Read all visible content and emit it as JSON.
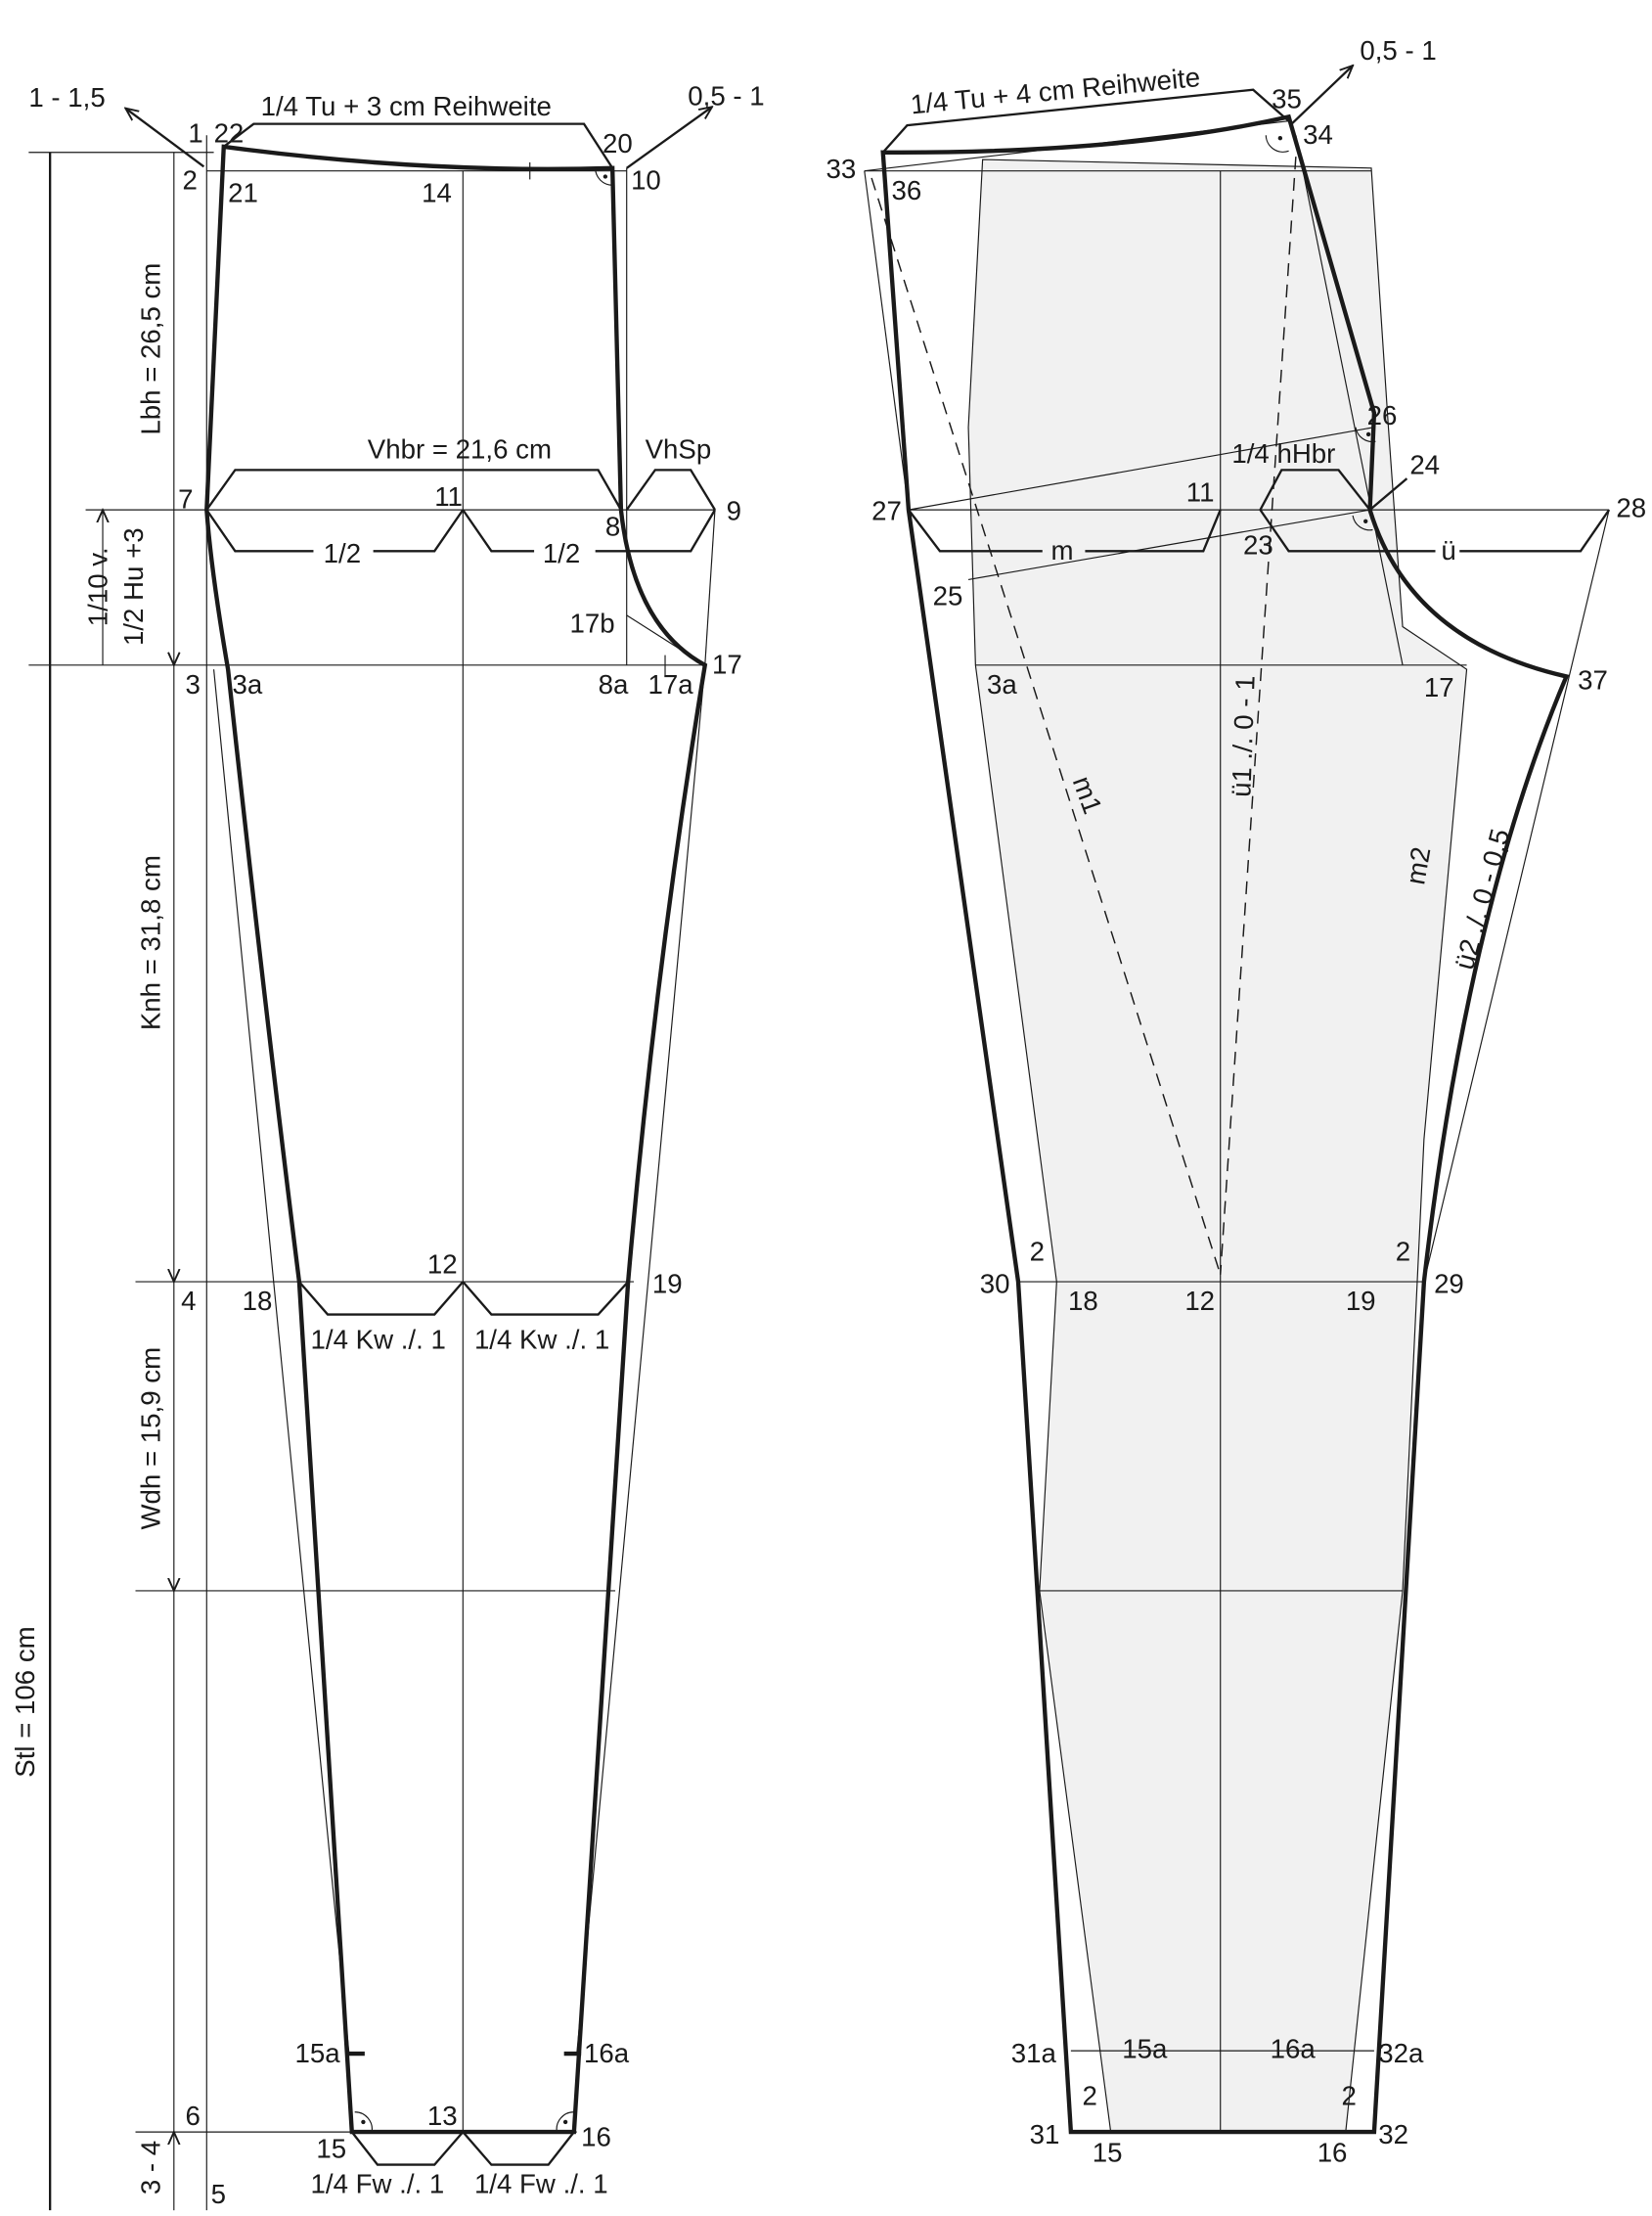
{
  "colors": {
    "ink": "#1a1a1a",
    "shade": "#f1f1f1",
    "background": "#ffffff"
  },
  "left": {
    "labels": [
      "1 - 1,5",
      "1",
      "22",
      "1/4 Tu + 3 cm Reihweite",
      "20",
      "0,5 - 1",
      "2",
      "21",
      "14",
      "10",
      "Lbh = 26,5 cm",
      "Vhbr = 21,6 cm",
      "VhSp",
      "7",
      "11",
      "8",
      "9",
      "1/2",
      "1/2",
      "1/10 v.",
      "1/2 Hu +3",
      "17b",
      "17",
      "3",
      "3a",
      "8a",
      "17a",
      "Knh = 31,8 cm",
      "12",
      "4",
      "18",
      "19",
      "1/4 Kw ./. 1",
      "1/4 Kw ./. 1",
      "Wdh = 15,9 cm",
      "Stl = 106 cm",
      "15a",
      "16a",
      "6",
      "13",
      "15",
      "16",
      "1/4 Fw ./. 1",
      "1/4 Fw ./. 1",
      "3 - 4",
      "5"
    ]
  },
  "right": {
    "labels": [
      "0,5 - 1",
      "1/4 Tu + 4 cm Reihweite",
      "35",
      "34",
      "33",
      "36",
      "26",
      "1/4 hHbr",
      "24",
      "11",
      "27",
      "28",
      "m",
      "23",
      "ü",
      "25",
      "3a",
      "17",
      "37",
      "m1",
      "ü1 ./. 0 - 1",
      "m2",
      "ü2 ./. 0 - 0,5",
      "2",
      "2",
      "30",
      "18",
      "12",
      "19",
      "29",
      "31a",
      "15a",
      "16a",
      "32a",
      "2",
      "2",
      "31",
      "15",
      "16",
      "32"
    ]
  }
}
